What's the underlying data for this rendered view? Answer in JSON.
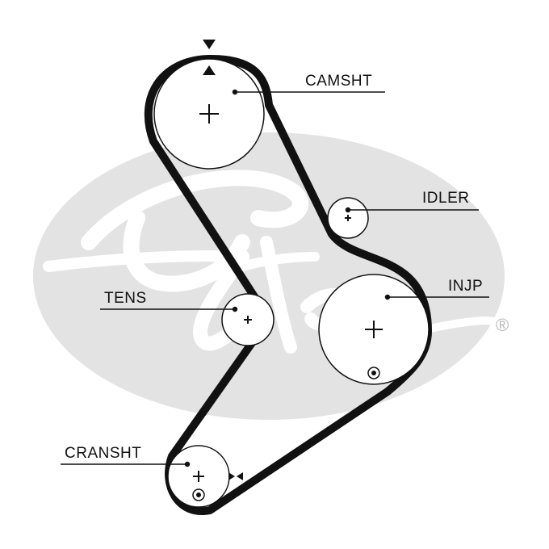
{
  "brand": {
    "name": "Gates",
    "registered_mark": "®",
    "watermark_color": "#e3e3e3"
  },
  "diagram": {
    "belt_color": "#111111",
    "pulleys": [
      {
        "id": "camshaft",
        "label": "CAMSHT"
      },
      {
        "id": "idler",
        "label": "IDLER"
      },
      {
        "id": "injection-pump",
        "label": "INJP"
      },
      {
        "id": "tensioner",
        "label": "TENS"
      },
      {
        "id": "crankshaft",
        "label": "CRANSHT"
      }
    ],
    "markers": {
      "timing_mark_icon": "triangle-pair-icon",
      "rotation_icon": "arrowhead-icon",
      "fixed_point_icon": "bullseye-icon",
      "center_icon": "plus-icon"
    }
  }
}
